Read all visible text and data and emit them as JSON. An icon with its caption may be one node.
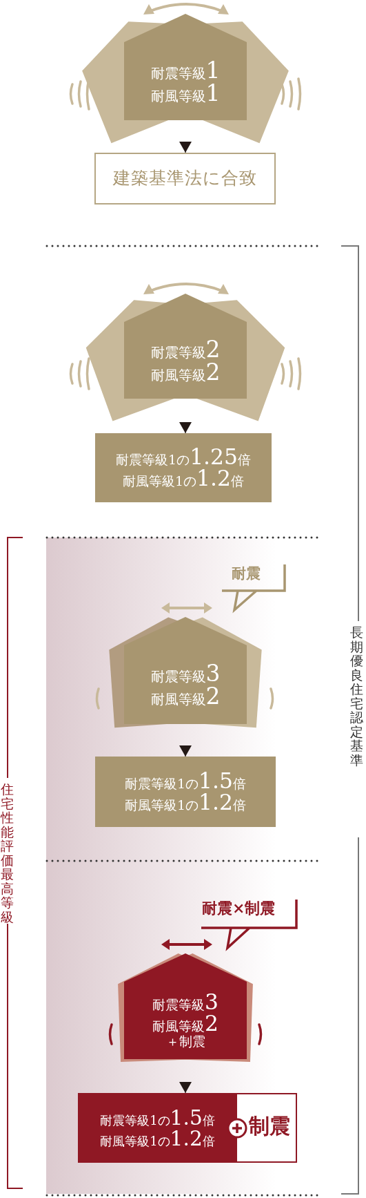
{
  "diagram": {
    "nodes": [
      {
        "text": [
          "耐震等級1",
          "耐風等級1"
        ]
      },
      {
        "text": [
          "建築基準法に合致"
        ]
      },
      {
        "text": [
          "耐震等級2",
          "耐風等級2"
        ]
      },
      {
        "text": [
          "耐震等級1の1.25倍",
          "耐風等級1の1.2倍"
        ]
      },
      {
        "text": [
          "耐震"
        ]
      },
      {
        "text": [
          "耐震等級3",
          "耐風等級2"
        ]
      },
      {
        "text": [
          "耐震等級1の1.5倍",
          "耐風等級1の1.2倍"
        ]
      },
      {
        "text": [
          "耐震×制震"
        ]
      },
      {
        "text": [
          "耐震等級3",
          "耐風等級2",
          "＋制震"
        ]
      },
      {
        "text": [
          "耐震等級1の1.5倍",
          "耐風等級1の1.2倍",
          "制震"
        ]
      }
    ],
    "edges": [
      {
        "from": 0,
        "to": 1,
        "arrow": "to"
      },
      {
        "from": 2,
        "to": 3,
        "arrow": "to"
      },
      {
        "from": 5,
        "to": 6,
        "arrow": "to"
      },
      {
        "from": 8,
        "to": 9,
        "arrow": "to"
      }
    ],
    "labels": [
      "長期優良住宅認定基準",
      "住宅性能評価最高等級"
    ]
  }
}
